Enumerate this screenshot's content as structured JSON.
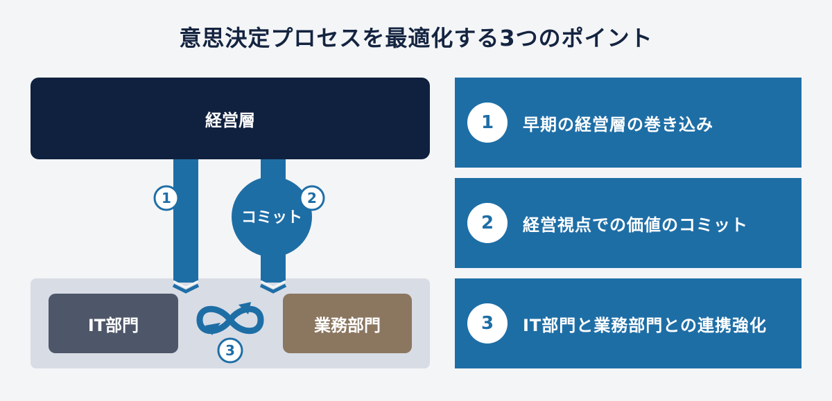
{
  "title": "意思決定プロセスを最適化する3つのポイント",
  "diagram": {
    "exec_label": "経営層",
    "it_label": "IT部門",
    "biz_label": "業務部門",
    "commit_label": "コミット",
    "badges": [
      "1",
      "2",
      "3"
    ]
  },
  "points": [
    {
      "num": "1",
      "label": "早期の経営層の巻き込み"
    },
    {
      "num": "2",
      "label": "経営視点での価値のコミット"
    },
    {
      "num": "3",
      "label": "IT部門と業務部門との連携強化"
    }
  ],
  "colors": {
    "navy": "#10213f",
    "blue": "#1e6ea6",
    "it_gray": "#4e5669",
    "biz_brown": "#8b7660",
    "panel": "#d8dce5"
  }
}
